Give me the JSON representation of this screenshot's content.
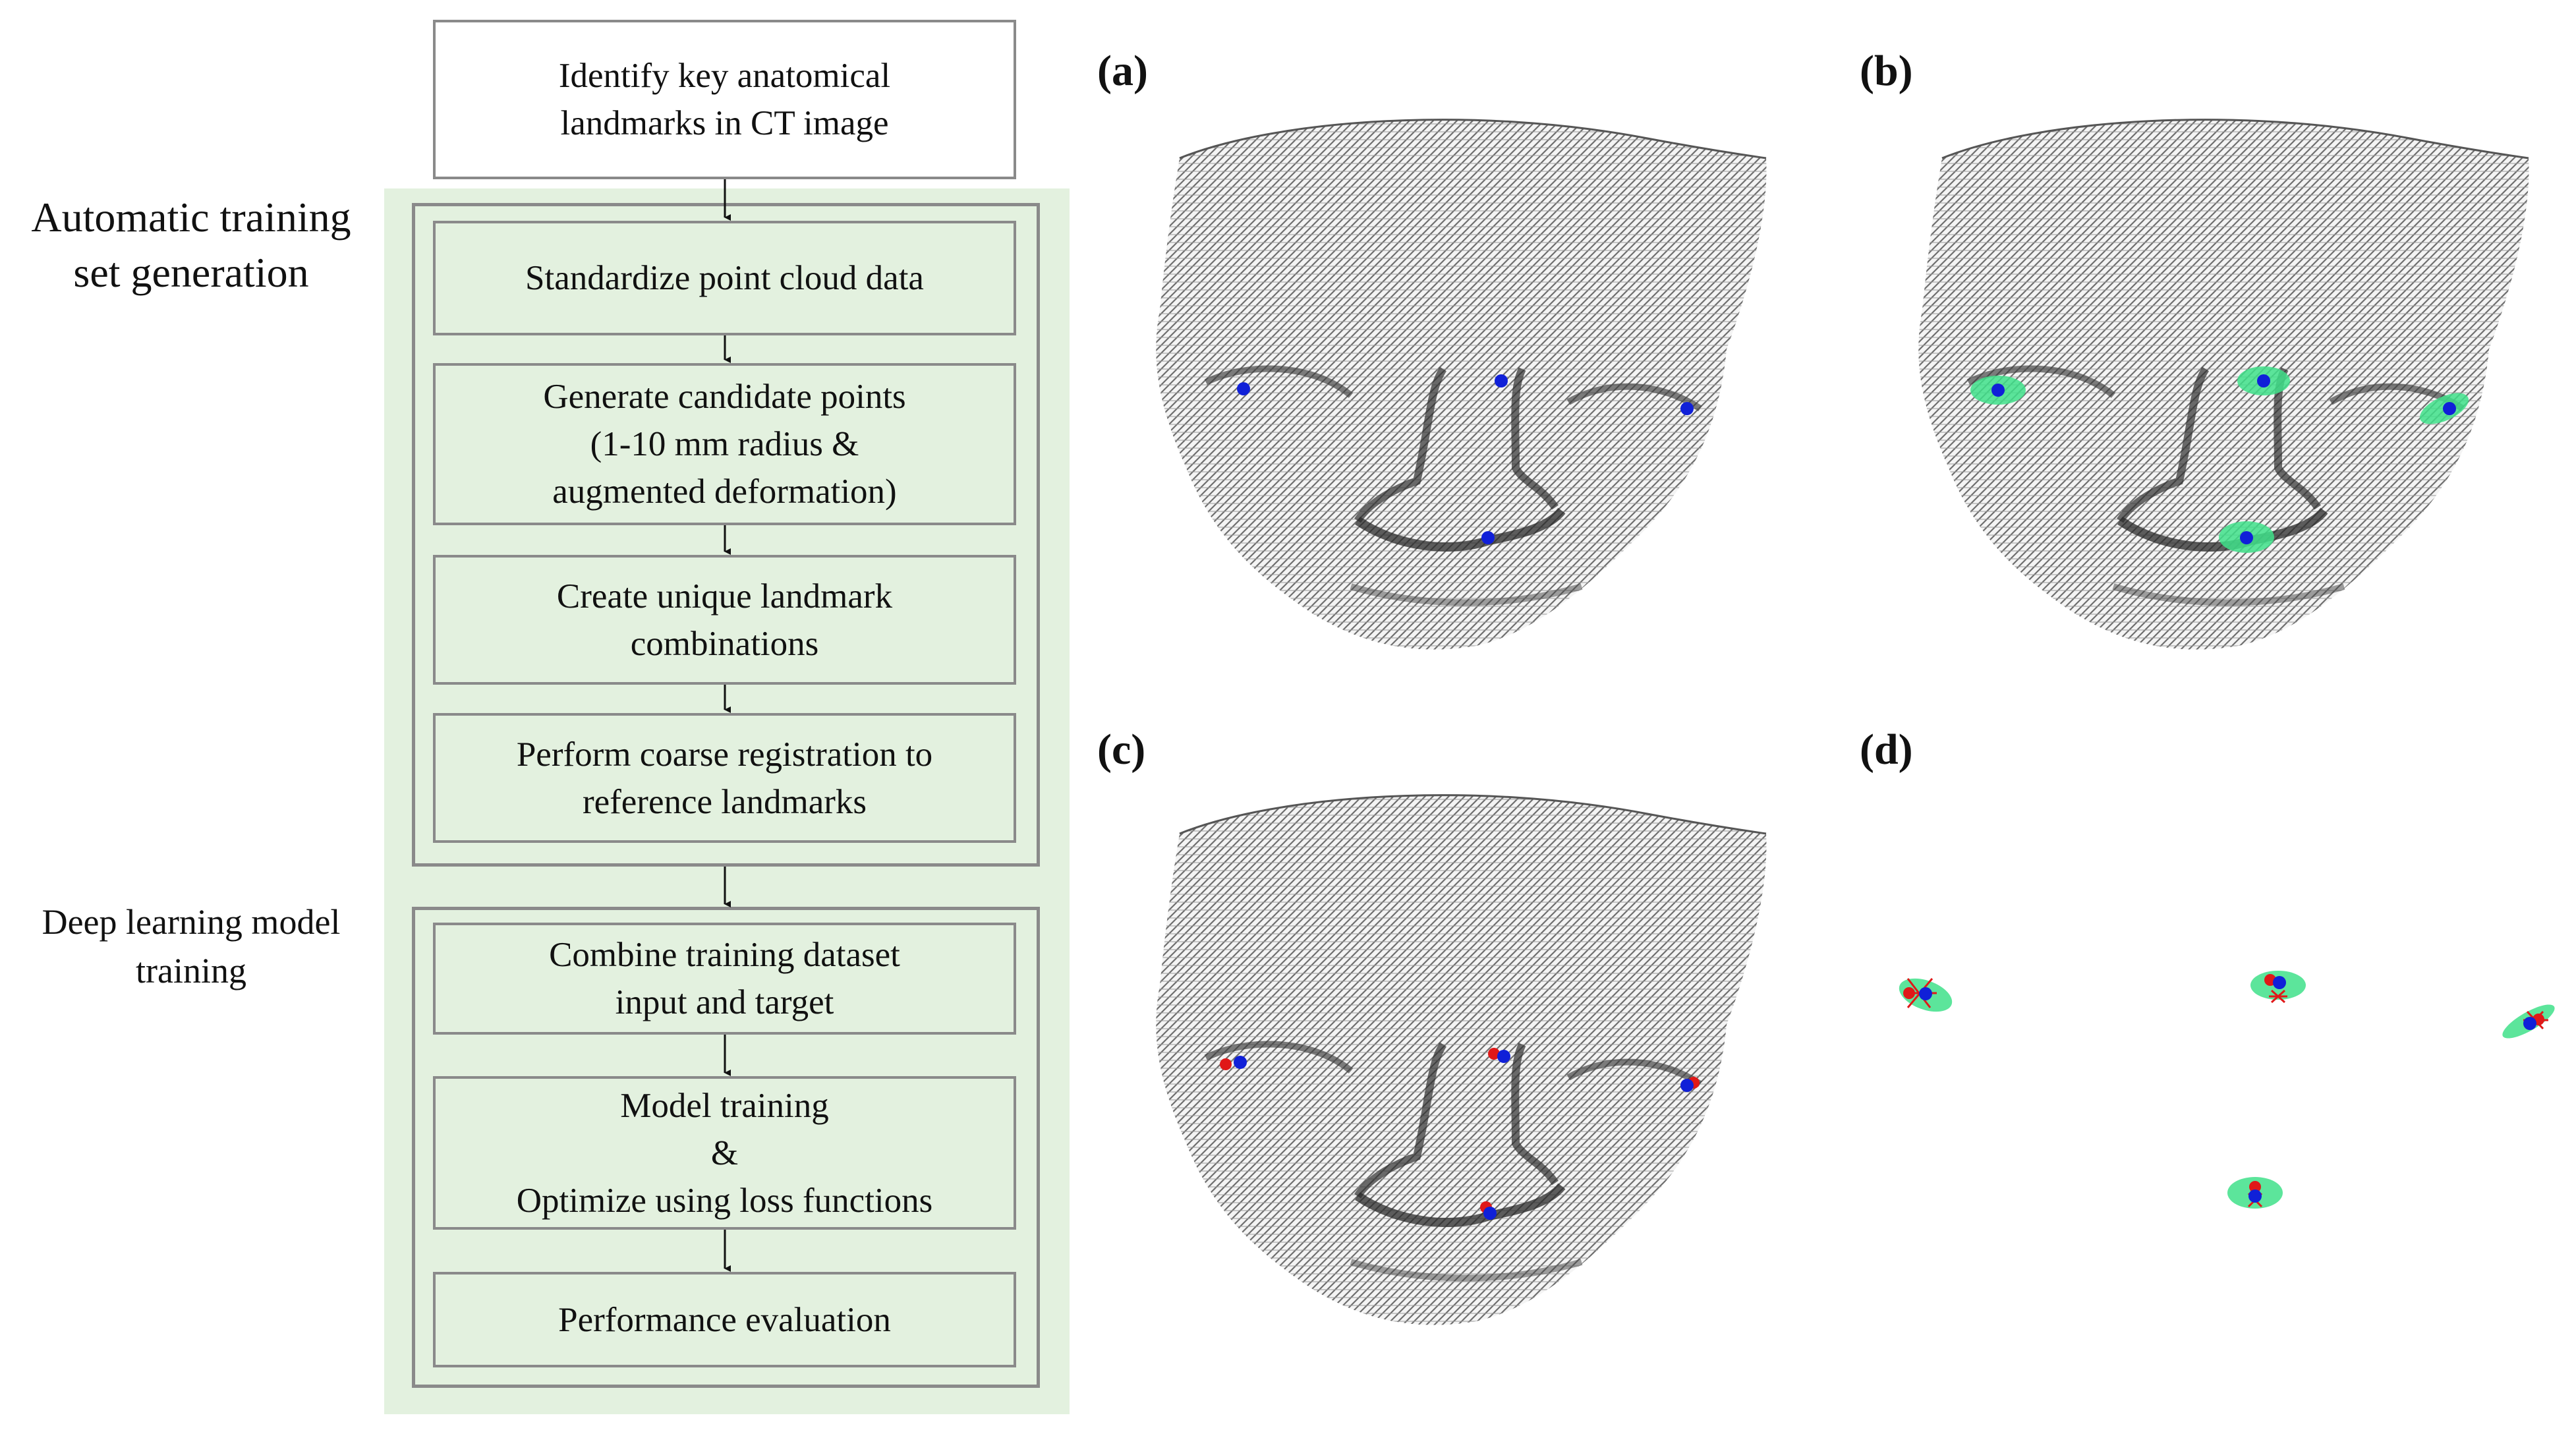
{
  "flow": {
    "top_box": "Identify key anatomical\nlandmarks in CT image",
    "group1": {
      "label": "Automatic training\nset generation",
      "steps": [
        "Standardize point cloud data",
        "Generate candidate points\n(1-10 mm radius &\naugmented deformation)",
        "Create unique landmark\ncombinations",
        "Perform coarse registration to\nreference landmarks"
      ]
    },
    "group2": {
      "label": "Deep learning model\ntraining",
      "steps": [
        "Combine training dataset\ninput and target",
        "Model training\n&\nOptimize using loss functions",
        "Performance evaluation"
      ]
    }
  },
  "panels": [
    {
      "label": "(a)"
    },
    {
      "label": "(b)"
    },
    {
      "label": "(c)"
    },
    {
      "label": "(d)"
    }
  ],
  "colors": {
    "group_fill": "#e3f1df",
    "frame": "#8a8a8a",
    "mesh": "#7c7c7c",
    "landmark_blue": "#1020d8",
    "landmark_red": "#e01818",
    "candidate_green": "#3fe08a"
  }
}
